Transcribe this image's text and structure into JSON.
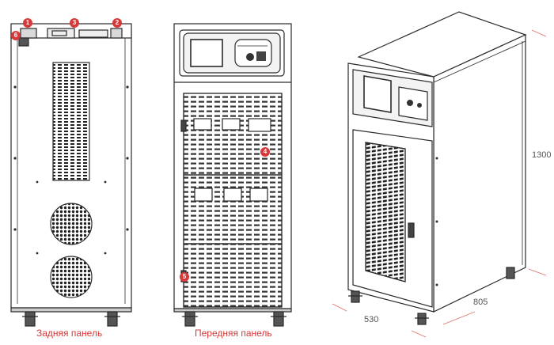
{
  "colors": {
    "marker_red": "#d6393a",
    "line": "#2a2a2a",
    "dim_line": "#e07070"
  },
  "captions": {
    "rear": "Задняя панель",
    "front": "Передняя панель"
  },
  "dimensions": {
    "height": "1300",
    "depth": "805",
    "width": "530"
  },
  "markers": [
    "1",
    "2",
    "3",
    "4",
    "5",
    "6"
  ]
}
